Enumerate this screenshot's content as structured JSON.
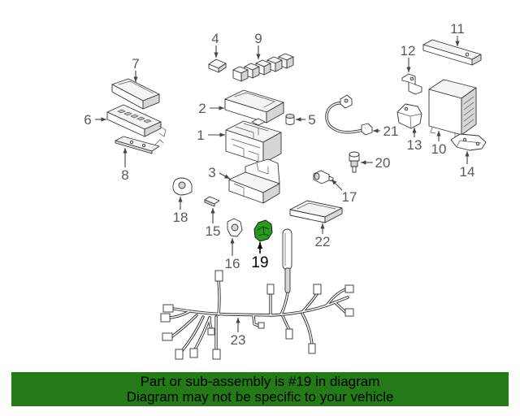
{
  "diagram": {
    "callouts": [
      "1",
      "2",
      "3",
      "4",
      "5",
      "6",
      "7",
      "8",
      "9",
      "10",
      "11",
      "12",
      "13",
      "14",
      "15",
      "16",
      "17",
      "18",
      "19",
      "20",
      "21",
      "22",
      "23"
    ],
    "colors": {
      "callout_text": "#5a5a5a",
      "highlight_callout": "#000000",
      "highlight_fill": "#2a9a1e"
    }
  },
  "banner": {
    "line1": "Part or sub-assembly is #19 in diagram",
    "line2": "Diagram may not be specific to your vehicle",
    "background": "#237a16",
    "text_color": "#000000"
  }
}
